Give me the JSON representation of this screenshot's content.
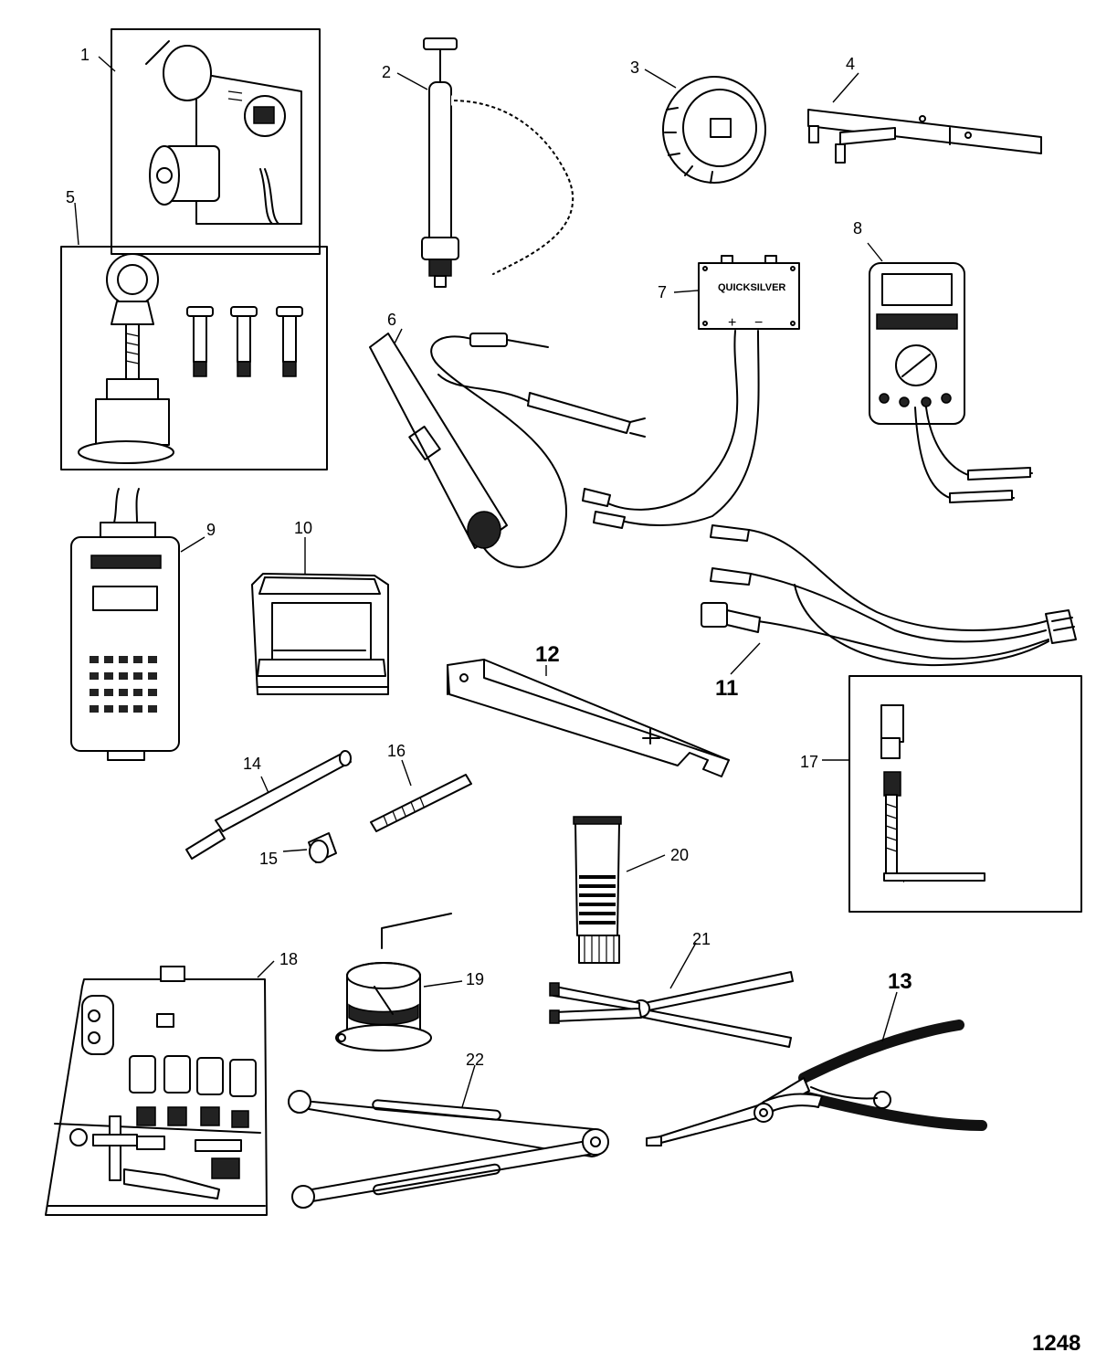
{
  "figure": {
    "page_number": "1248",
    "labels": {
      "1": "1",
      "2": "2",
      "3": "3",
      "4": "4",
      "5": "5",
      "6": "6",
      "7": "7",
      "8": "8",
      "9": "9",
      "10": "10",
      "11": "11",
      "12": "12",
      "13": "13",
      "14": "14",
      "15": "15",
      "16": "16",
      "17": "17",
      "18": "18",
      "19": "19",
      "20": "20",
      "21": "21",
      "22": "22"
    },
    "print": {
      "quicksilver_box": "QUICKSILVER",
      "plus": "+",
      "minus": "−"
    }
  }
}
